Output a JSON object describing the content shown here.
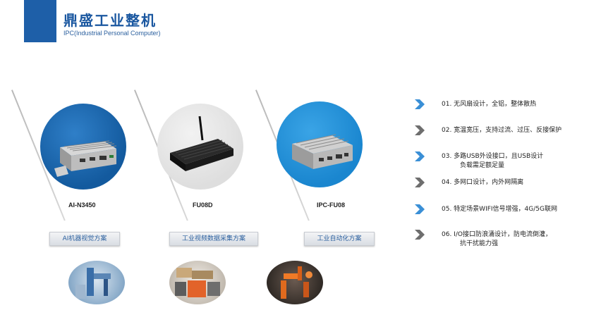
{
  "header": {
    "title": "鼎盛工业整机",
    "subtitle": "IPC(Industrial Personal Computer)"
  },
  "products": [
    {
      "label": "AI-N3450",
      "solution": "AI机器视觉方案",
      "image": "fanless-box-pc",
      "thumb": "robot-arm-vision-photo"
    },
    {
      "label": "FU08D",
      "solution": "工业视频数据采集方案",
      "image": "black-mini-pc-with-antenna",
      "thumb": "industrial-machinery-photo"
    },
    {
      "label": "IPC-FU08",
      "solution": "工业自动化方案",
      "image": "silver-fanless-pc",
      "thumb": "orange-industrial-robot-photo"
    }
  ],
  "features": [
    {
      "text": "01. 无风扇设计，全铝，整体散热",
      "text2": "",
      "chevron_color": "#3a8fd6"
    },
    {
      "text": "02. 宽温宽压，支持过流、过压、反接保护",
      "text2": "",
      "chevron_color": "#6e6e6e"
    },
    {
      "text": "03. 多路USB外设接口，且USB设计",
      "text2": "负载需足额足量",
      "chevron_color": "#3a8fd6"
    },
    {
      "text": "04. 多网口设计，内外网隔离",
      "text2": "",
      "chevron_color": "#6e6e6e"
    },
    {
      "text": "05. 特定场景WIFI信号增强，4G/5G联网",
      "text2": "",
      "chevron_color": "#3a8fd6"
    },
    {
      "text": "06. I/O接口防浪涌设计，防电流倒灌，",
      "text2": "抗干扰能力强",
      "chevron_color": "#6e6e6e"
    }
  ],
  "colors": {
    "brand": "#1e5fa8",
    "title": "#1a57a0"
  }
}
